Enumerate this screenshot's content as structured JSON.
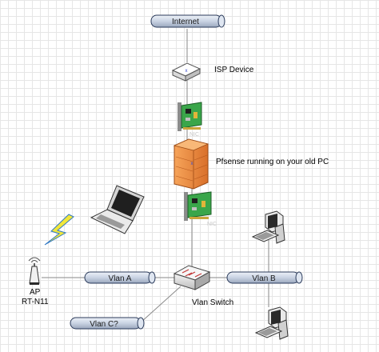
{
  "internet_label": "Internet",
  "isp_label": "ISP Device",
  "pfsense_label": "Pfsense running on your old PC",
  "vlan_a_label": "Vlan A",
  "vlan_b_label": "Vlan B",
  "vlan_c_label": "Vlan C?",
  "switch_label": "Vlan Switch",
  "ap_label": "AP",
  "ap_model_label": "RT-N11",
  "nic_label": "NIC",
  "colors": {
    "pipe": "#c9d3e3",
    "firewall": "#e98a35",
    "nic_board": "#3aa64a",
    "line": "#8a8a8a"
  }
}
